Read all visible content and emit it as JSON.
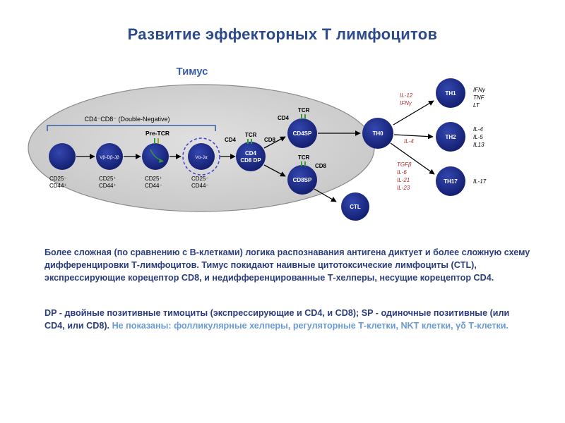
{
  "title": "Развитие эффекторных Т лимфоцитов",
  "diagram": {
    "thymus_label": "Тимус",
    "dn_bracket_label": "CD4⁻CD8⁻ (Double-Negative)",
    "cells": {
      "dn1": {
        "label": "",
        "markers": [
          "CD25⁻",
          "CD44⁺"
        ]
      },
      "dn2": {
        "label": "Vβ-Dβ-Jβ",
        "markers": [
          "CD25⁺",
          "CD44⁺"
        ]
      },
      "dn3": {
        "label": "",
        "markers": [
          "CD25⁺",
          "CD44⁻"
        ],
        "receptor": "Pre-TCR"
      },
      "dn4": {
        "label": "Vα-Jα",
        "markers": [
          "CD25⁻",
          "CD44⁻"
        ]
      },
      "dp": {
        "label_line1": "CD4",
        "label_line2": "CD8 DP",
        "tag_left": "CD4",
        "tag_top": "TCR",
        "tag_right": "CD8"
      },
      "cd4sp": {
        "label": "CD4SP",
        "tag_left": "CD4",
        "tag_top": "TCR"
      },
      "cd8sp": {
        "label": "CD8SP",
        "tag_top": "TCR",
        "tag_right": "CD8"
      },
      "ctl": {
        "label": "CTL"
      },
      "th0": {
        "label": "TH0"
      },
      "th1": {
        "label": "TH1",
        "products": [
          "IFNγ",
          "TNF",
          "LT"
        ]
      },
      "th2": {
        "label": "TH2",
        "products": [
          "IL-4",
          "IL-5",
          "IL13"
        ]
      },
      "th17": {
        "label": "TH17",
        "products": [
          "IL-17"
        ]
      }
    },
    "signals": {
      "to_th1": [
        "IL-12",
        "IFNγ"
      ],
      "to_th2": [
        "IL-4"
      ],
      "to_th17": [
        "TGFβ",
        "IL-6",
        "IL-21",
        "IL-23"
      ]
    },
    "colors": {
      "cell": "#1a2580",
      "signal": "#b03030",
      "thymus": "#d5d5d5",
      "bracket": "#3a5fa8",
      "green": "#3a9a3a"
    }
  },
  "text": {
    "p1": "Более сложная (по сравнению с В-клетками) логика распознавания антигена диктует и более сложную схему дифференцировки Т-лимфоцитов. Тимус покидают наивные цитотоксические лимфоциты (CTL), экспрессирующие корецептор CD8, и недифференцированные Т-хелперы, несущие корецептор CD4.",
    "p2_main": "DP - двойные позитивные тимоциты (экспрессирующие и CD4, и CD8); SP - одиночные позитивные (или CD4, или CD8).",
    "p2_highlight": "Не показаны: фолликулярные хелперы, регуляторные Т-клетки, NKT клетки, γδ Т-клетки."
  }
}
